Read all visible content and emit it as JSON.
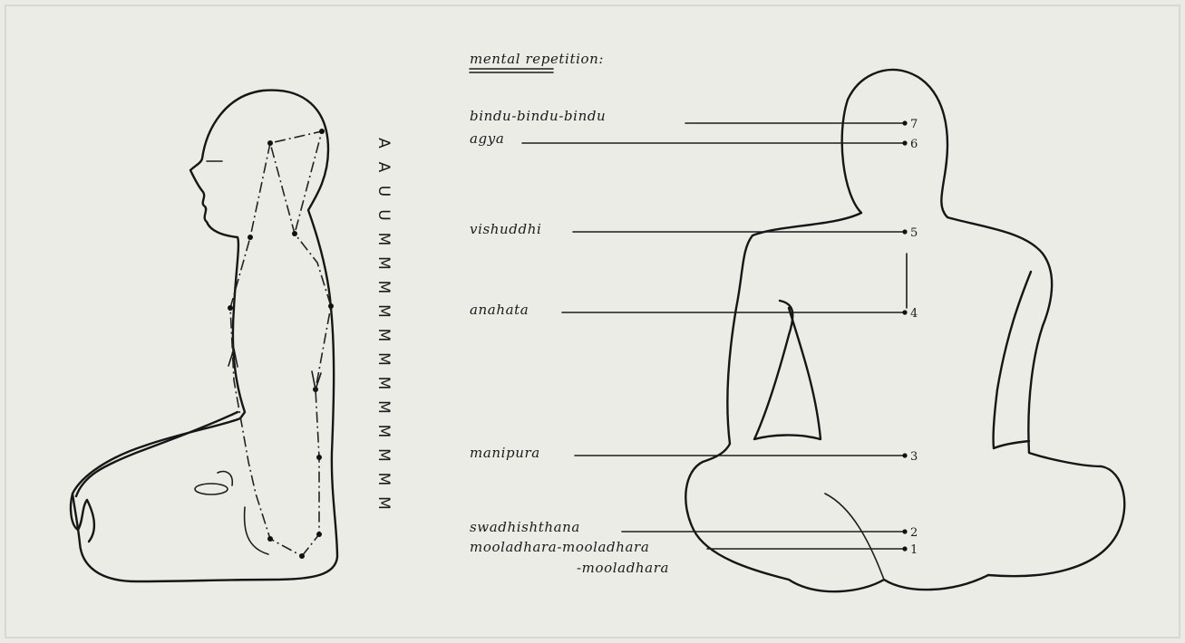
{
  "title": "mental repetition:",
  "mantra": {
    "letters": [
      "A",
      "A",
      "U",
      "U",
      "M",
      "M",
      "M",
      "M",
      "M",
      "M",
      "M",
      "M",
      "M",
      "M",
      "M",
      "M"
    ]
  },
  "chakras": [
    {
      "label": "bindu-bindu-bindu",
      "number": "7"
    },
    {
      "label": "agya",
      "number": "6"
    },
    {
      "label": "vishuddhi",
      "number": "5"
    },
    {
      "label": "anahata",
      "number": "4"
    },
    {
      "label": "manipura",
      "number": "3"
    },
    {
      "label": "swadhishthana",
      "number": "2"
    },
    {
      "label": "mooladhara-mooladhara",
      "label_cont": "-mooladhara",
      "number": "1"
    }
  ]
}
